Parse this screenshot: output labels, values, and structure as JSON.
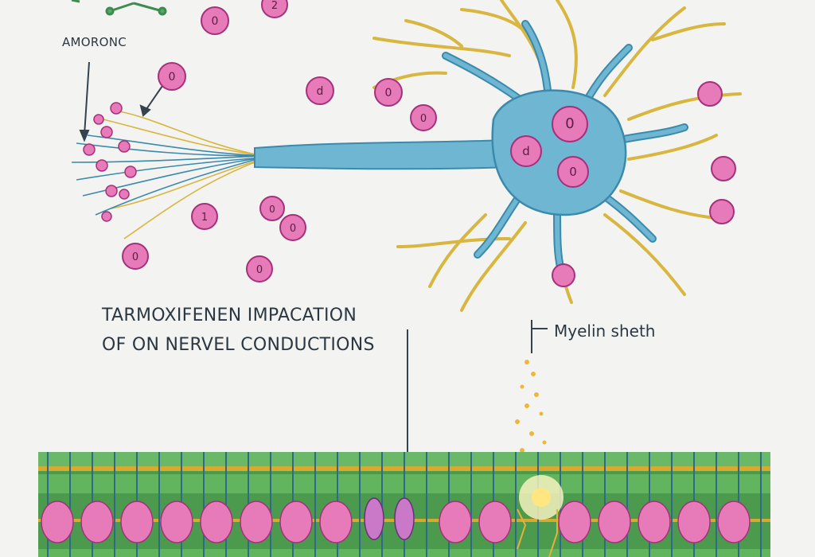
{
  "labels": {
    "top_left": "AMORONC",
    "title_line1": "TARMOXIFENEN IMPACATION",
    "title_line2": "OF ON NERVEL CONDUCTIONS",
    "myelin": "Myelin sheth"
  },
  "particle_glyphs": [
    "0",
    "2",
    "0",
    "d",
    "0",
    "0",
    "1",
    "0",
    "0",
    "0",
    "0",
    "0",
    "d",
    "0"
  ],
  "colors": {
    "background": "#f3f4f2",
    "neuron_body": "#6fb6d2",
    "neuron_outline": "#3b8aac",
    "dendrite": "#d8b640",
    "particle": "#e77ab8",
    "particle_outline": "#a4317a",
    "membrane_green": "#4c9a4e",
    "membrane_light": "#63b45f",
    "membrane_gold": "#d7a92e",
    "text": "#2b3742"
  }
}
